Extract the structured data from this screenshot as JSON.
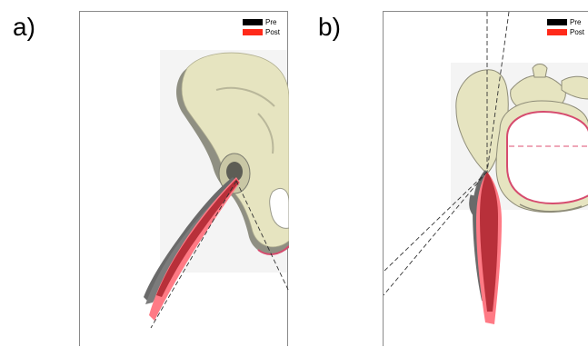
{
  "panel_a": {
    "letter": "a)",
    "legend": [
      {
        "label": "Pre",
        "color": "#000000"
      },
      {
        "label": "Post",
        "color": "#ff2a1a"
      }
    ]
  },
  "panel_b": {
    "letter": "b)",
    "legend": [
      {
        "label": "Pre",
        "color": "#000000"
      },
      {
        "label": "Post",
        "color": "#ff2a1a"
      }
    ]
  },
  "colors": {
    "bone": "#e8e6c4",
    "bone_shadow": "#8f8f82",
    "muscle_pre": "#6a6a6a",
    "muscle_post": "#ff7a85",
    "muscle_mid": "#b8303a",
    "pelvic_inlet": "#d64b6e"
  }
}
